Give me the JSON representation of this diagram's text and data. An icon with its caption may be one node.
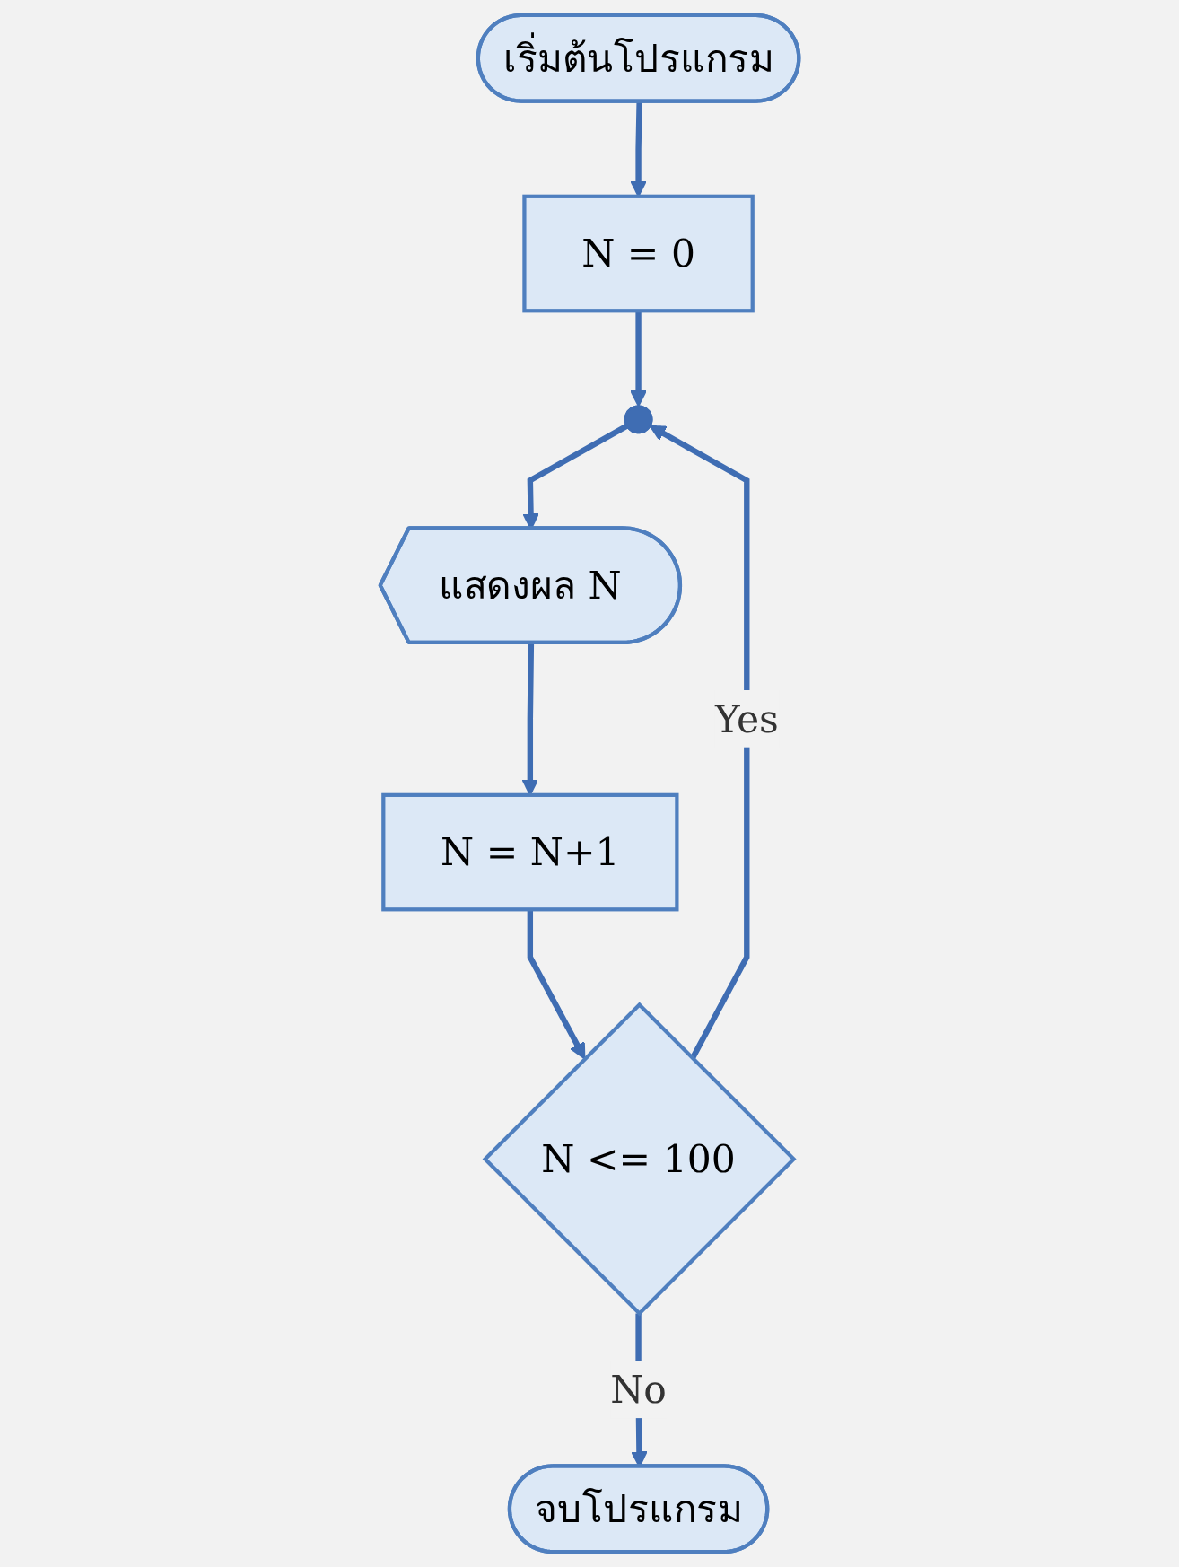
{
  "diagram": {
    "nodes": [
      {
        "text": [
          "เริ่มต้นโปรแกรม"
        ]
      },
      {
        "text": [
          "N = 0"
        ]
      },
      {
        "text": [],
        "shape": "circle"
      },
      {
        "text": [
          "แสดงผล N"
        ]
      },
      {
        "text": [
          "N = N+1"
        ]
      },
      {
        "text": [
          "N <= 100"
        ]
      },
      {
        "text": [
          "จบโปรแกรม"
        ]
      }
    ],
    "edges": [
      {
        "from": 0,
        "to": 1,
        "arrow": "to"
      },
      {
        "from": 1,
        "to": 2,
        "arrow": "to"
      },
      {
        "from": 2,
        "to": 3,
        "arrow": "to"
      },
      {
        "from": 3,
        "to": 4,
        "arrow": "to"
      },
      {
        "from": 4,
        "to": 5,
        "arrow": "to"
      },
      {
        "from": 5,
        "to": 2,
        "label": "Yes",
        "arrow": "to"
      },
      {
        "from": 5,
        "to": 6,
        "label": "No",
        "arrow": "to"
      }
    ]
  }
}
